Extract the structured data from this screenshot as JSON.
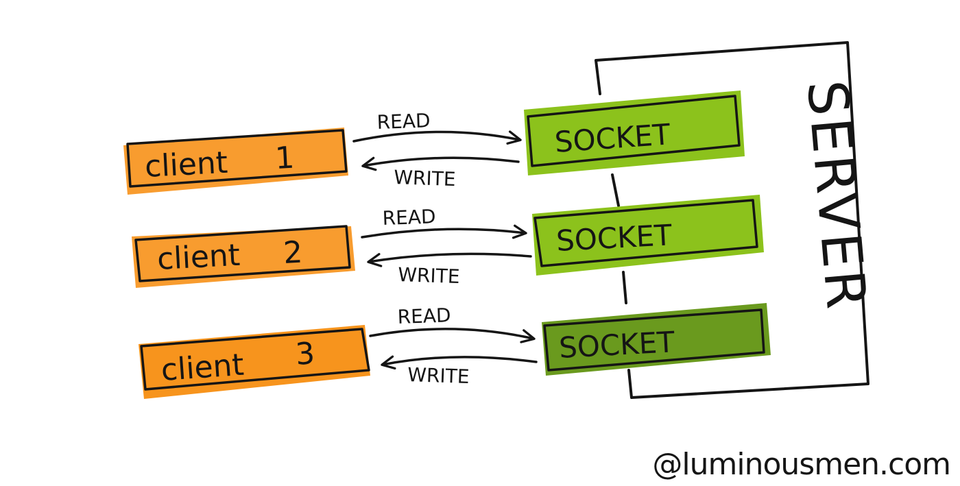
{
  "server": {
    "label": "SERVER"
  },
  "clients": [
    {
      "label": "client",
      "number": "1"
    },
    {
      "label": "client",
      "number": "2"
    },
    {
      "label": "client",
      "number": "3"
    }
  ],
  "sockets": [
    {
      "label": "SOCKET"
    },
    {
      "label": "SOCKET"
    },
    {
      "label": "SOCKET"
    }
  ],
  "connections": [
    {
      "read": "READ",
      "write": "WRITE"
    },
    {
      "read": "READ",
      "write": "WRITE"
    },
    {
      "read": "READ",
      "write": "WRITE"
    }
  ],
  "credit": "@luminousmen.com",
  "colors": {
    "client_fill": "#f7941d",
    "socket_fill_1": "#8cc21c",
    "socket_fill_2": "#8cc21c",
    "socket_fill_3": "#6a9a1e",
    "ink": "#151515"
  }
}
